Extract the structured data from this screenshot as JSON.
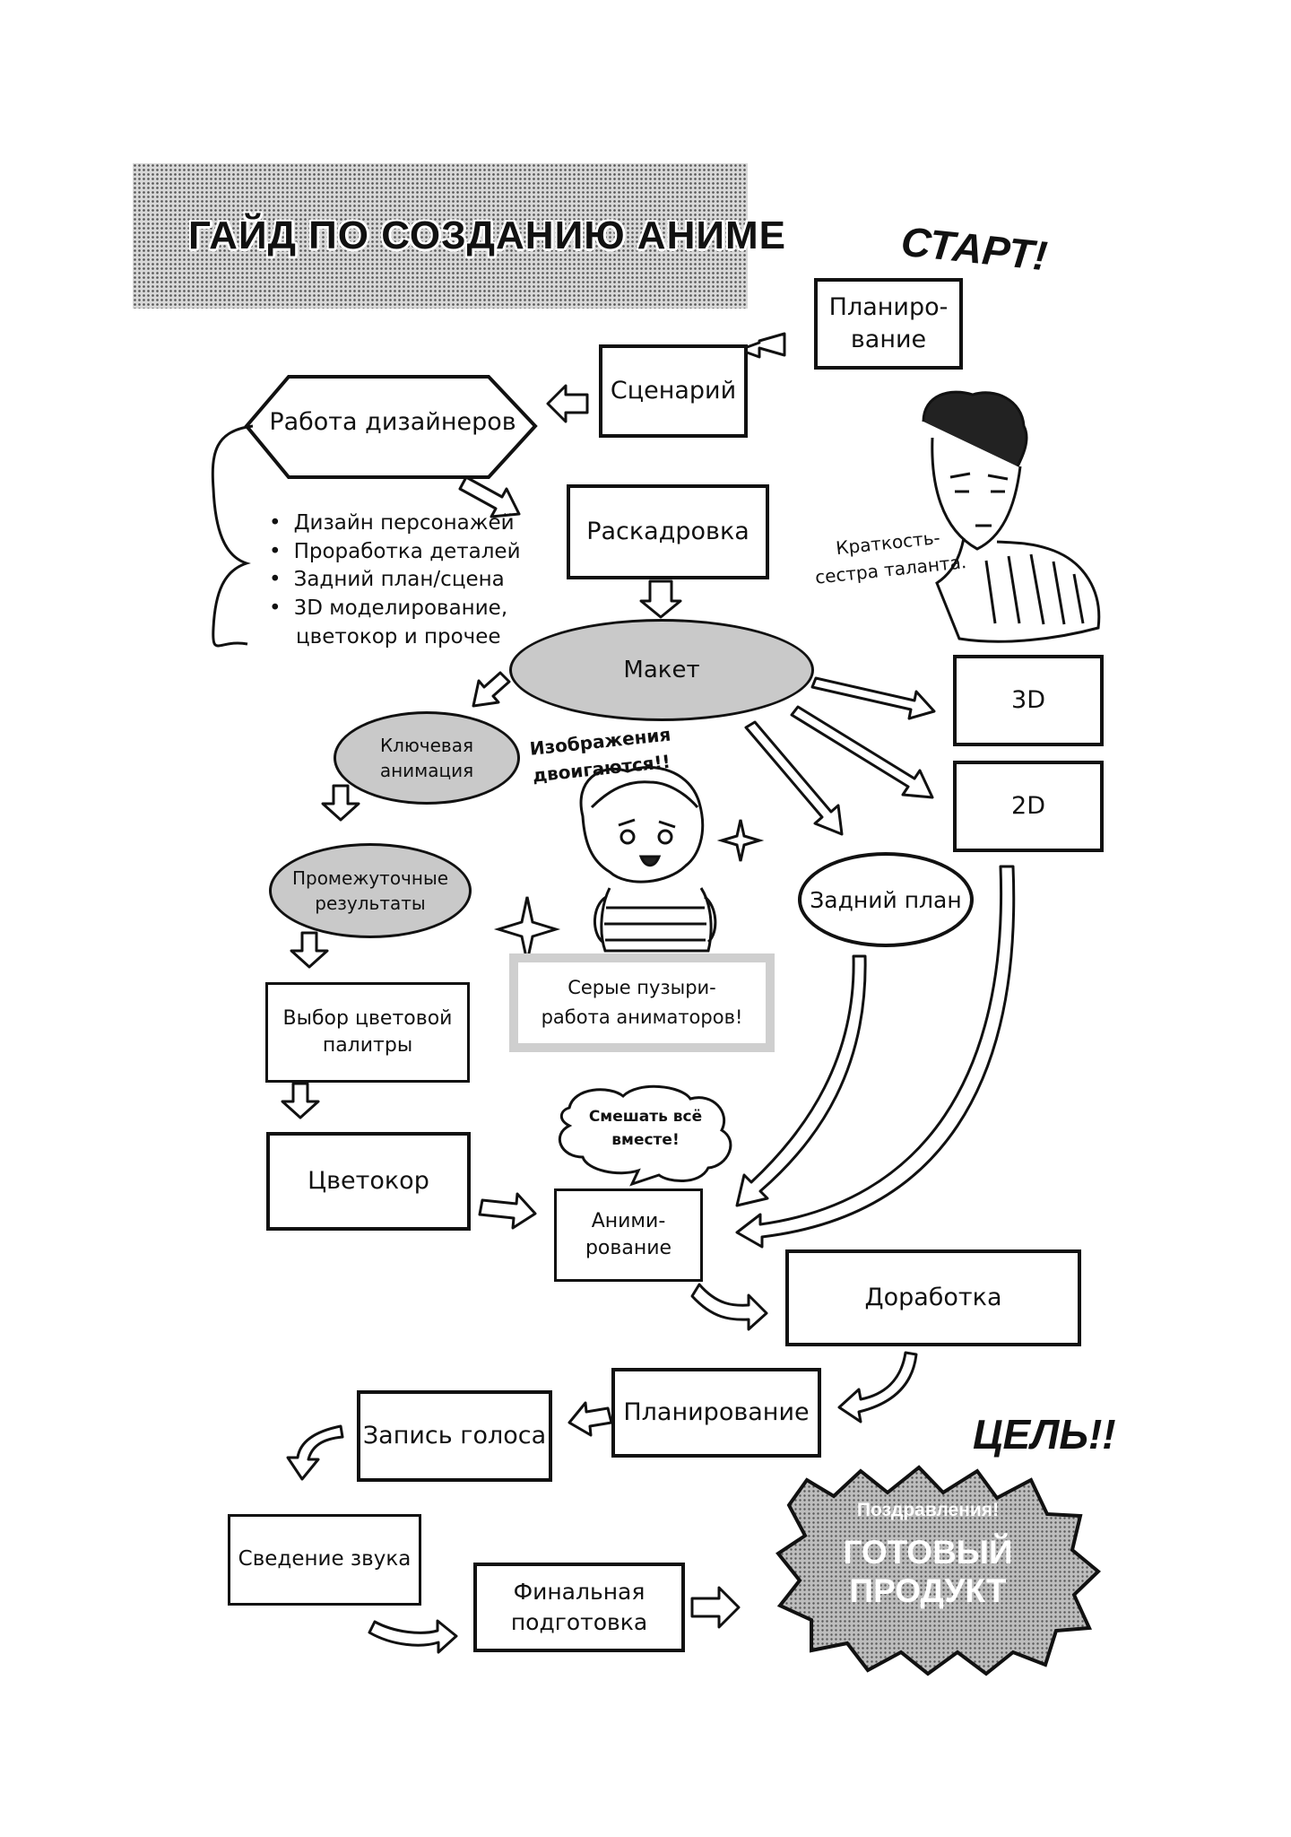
{
  "title": "ГАЙД ПО СОЗДАНИЮ АНИМЕ",
  "start_label": "СТАРТ!",
  "goal_label": "ЦЕЛЬ!!",
  "nodes": {
    "planning_top": "Планиро-\nвание",
    "scenario": "Сценарий",
    "designers": "Работа дизайнеров",
    "storyboard": "Раскадровка",
    "layout": "Макет",
    "key_animation": "Ключевая\nанимация",
    "intermediate": "Промежуточные\nрезультаты",
    "palette": "Выбор цветовой\nпалитры",
    "coloring": "Цветокор",
    "animation": "Аними-\nрование",
    "three_d": "3D",
    "two_d": "2D",
    "background": "Задний план",
    "refinement": "Доработка",
    "planning_bottom": "Планирование",
    "voice": "Запись голоса",
    "sound_mix": "Сведение звука",
    "final_prep": "Финальная\nподготовка"
  },
  "designer_tasks": [
    "Дизайн персонажей",
    "Проработка деталей",
    "Задний план/сцена",
    "3D моделирование,",
    "цветокор и прочее"
  ],
  "speech": {
    "brevity": "Краткость-\nсестра таланта.",
    "images_double": "Изображения\nдвоигаются!!",
    "grey_bubbles": "Серые пузыри-\nработа аниматоров!",
    "mix_all": "Смешать всё\nвместе!"
  },
  "goal": {
    "congrats": "Поздравления!",
    "product": "ГОТОВЫЙ\nПРОДУКТ"
  }
}
